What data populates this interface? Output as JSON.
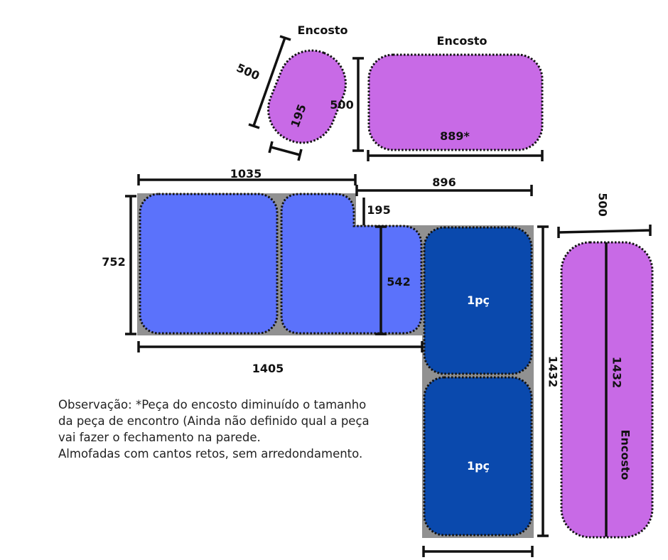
{
  "colors": {
    "seat_light": "#5b72fb",
    "seat_dark": "#0a49ad",
    "backrest": "#c86ae6",
    "base": "#919191"
  },
  "labels": {
    "encosto_small": "Encosto",
    "encosto_top": "Encosto",
    "encosto_right": "Encosto",
    "dim_500_small": "500",
    "dim_195_small": "195",
    "dim_500_top": "500",
    "dim_889": "889*",
    "dim_1035": "1035",
    "dim_896": "896",
    "dim_195_step": "195",
    "dim_752": "752",
    "dim_542": "542",
    "dim_1405": "1405",
    "dim_1432_outer": "1432",
    "dim_1432_inner": "1432",
    "dim_500_right": "500",
    "piece_upper": "1pç",
    "piece_lower": "1pç"
  },
  "note": {
    "lines": [
      "Observação: *Peça do encosto diminuído o tamanho",
      "da peça de encontro (Ainda não definido qual a peça",
      "vai fazer o fechamento na parede.",
      "Almofadas com cantos retos, sem arredondamento."
    ]
  }
}
